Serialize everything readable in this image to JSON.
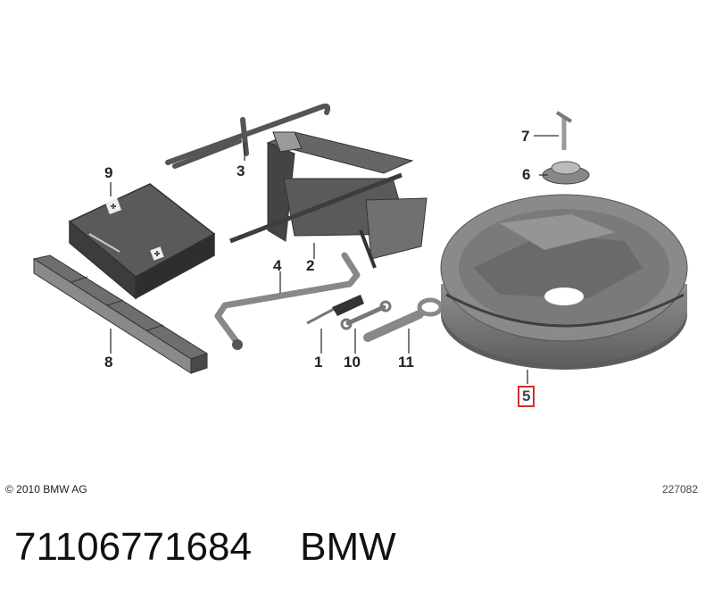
{
  "callouts": {
    "c1": "1",
    "c2": "2",
    "c3": "3",
    "c4": "4",
    "c5": "5",
    "c6": "6",
    "c7": "7",
    "c8": "8",
    "c9": "9",
    "c10": "10",
    "c11": "11"
  },
  "highlighted_callout": "5",
  "highlight_color": "#d62d2d",
  "copyright": "© 2010 BMW AG",
  "drawing_number": "227082",
  "part_number": "71106771684",
  "brand": "BMW"
}
